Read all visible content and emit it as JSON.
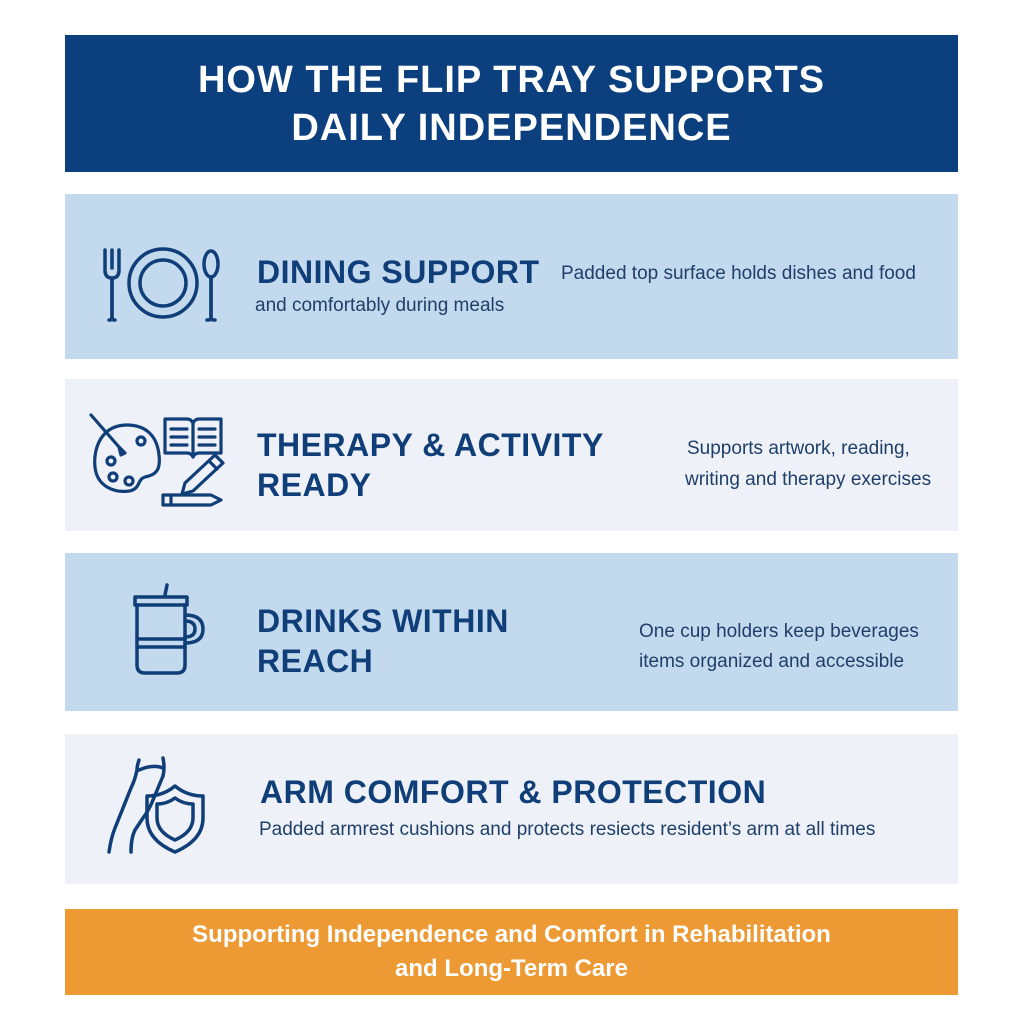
{
  "header": {
    "line1": "HOW THE FLIP TRAY SUPPORTS",
    "line2": "DAILY INDEPENDENCE"
  },
  "sections": [
    {
      "icon": "dining-utensils-icon",
      "title_line1": "DINING SUPPORT",
      "desc_line1": "Padded top surface holds dishes and food",
      "desc_line2": "and comfortably during meals"
    },
    {
      "icon": "palette-book-pencil-icon",
      "title_line1": "THERAPY & ACTIVITY",
      "title_line2": "READY",
      "desc_line1": "Supports artwork, reading,",
      "desc_line2": "writing and therapy exercises"
    },
    {
      "icon": "cup-icon",
      "title_line1": "DRINKS WITHIN",
      "title_line2": "REACH",
      "desc_line1": "One cup holders keep beverages",
      "desc_line2": "items organized and accessible"
    },
    {
      "icon": "arm-shield-icon",
      "title_line1": "ARM COMFORT & PROTECTION",
      "desc_line1": "Padded armrest cushions and protects resiects resident’s arm at all times"
    }
  ],
  "footer": {
    "line1": "Supporting Independence and Comfort in Rehabilitation",
    "line2": "and Long-Term Care"
  },
  "colors": {
    "header_bg": "#0b3f7e",
    "card_blue": "#c3d9ee",
    "card_light": "#eef2f8",
    "title_text": "#0f3e78",
    "footer_bg": "#ee9a34"
  }
}
